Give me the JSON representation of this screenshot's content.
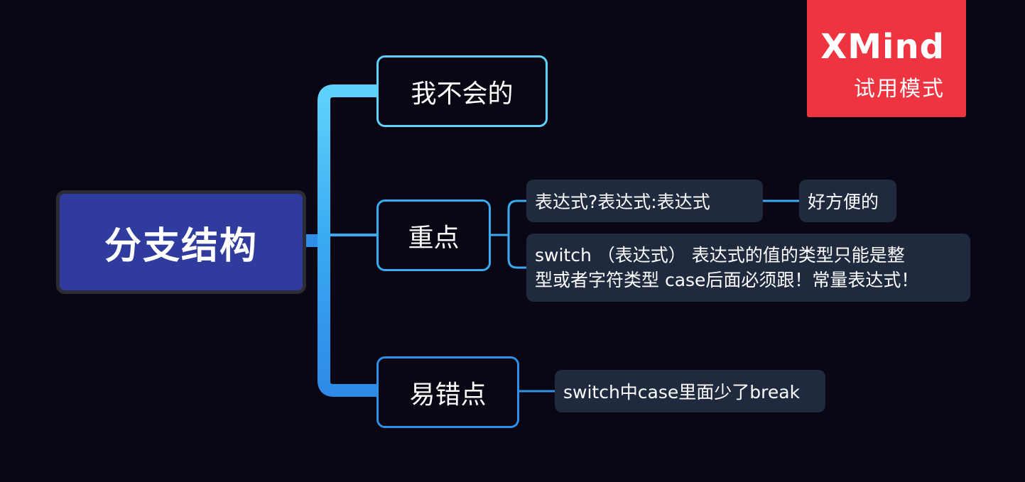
{
  "watermark": {
    "brand": "XMind",
    "mode": "试用模式"
  },
  "mindmap": {
    "root": "分支结构",
    "branches": [
      {
        "label": "我不会的"
      },
      {
        "label": "重点",
        "children": [
          {
            "label": "表达式?表达式:表达式",
            "children": [
              {
                "label": "好方便的"
              }
            ]
          },
          {
            "line1": "switch （表达式） 表达式的值的类型只能是整",
            "line2": "型或者字符类型 case后面必须跟！常量表达式！"
          }
        ]
      },
      {
        "label": "易错点",
        "children": [
          {
            "label": "switch中case里面少了break"
          }
        ]
      }
    ]
  },
  "colors": {
    "background": "#0a0614",
    "root_fill": "#2f3c9e",
    "branch_1": "#5fd2fb",
    "branch_2": "#3aaaf2",
    "branch_3": "#2e90e6",
    "subtopic_fill": "#1f2a3f",
    "watermark": "#ee3440"
  }
}
